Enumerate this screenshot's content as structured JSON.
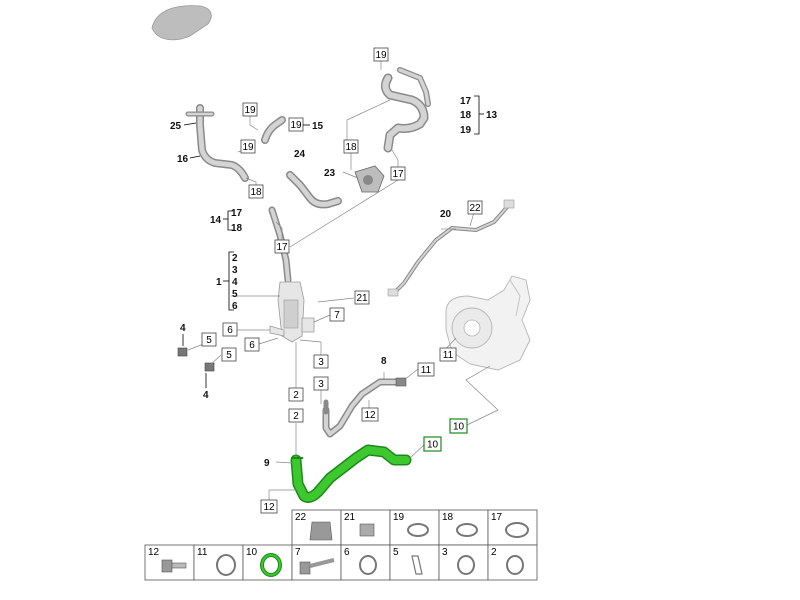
{
  "callouts": {
    "c19a": "19",
    "c19b": "19",
    "c19c": "19",
    "c19d": "19",
    "c17a": "17",
    "c18a": "18",
    "c19e": "19",
    "c13": "13",
    "c25": "25",
    "c15": "15",
    "c16": "16",
    "c18b": "18",
    "c24": "24",
    "c23": "23",
    "c17b": "17",
    "c18c": "18",
    "c14": "14",
    "c17c": "17",
    "c18d": "18",
    "c17d": "17",
    "c20": "20",
    "c22": "22",
    "c2": "2",
    "c3": "3",
    "c4": "4",
    "c5": "5",
    "c6": "6",
    "c1": "1",
    "c21": "21",
    "c7": "7",
    "c4a": "4",
    "c5a": "5",
    "c6a": "6",
    "c5b": "5",
    "c6b": "6",
    "c4b": "4",
    "c3a": "3",
    "c3b": "3",
    "c8": "8",
    "c11a": "11",
    "c11b": "11",
    "c2a": "2",
    "c2b": "2",
    "c12a": "12",
    "c10a": "10",
    "c10b": "10",
    "c9": "9",
    "c12b": "12"
  },
  "legend": {
    "top_row": [
      "22",
      "21",
      "19",
      "18",
      "17"
    ],
    "bottom_row": [
      "12",
      "11",
      "10",
      "7",
      "6",
      "5",
      "3",
      "2"
    ]
  },
  "colors": {
    "highlight": "#3cc82e",
    "highlight_dark": "#1a8a1a",
    "part_grey": "#bdbdbd"
  }
}
